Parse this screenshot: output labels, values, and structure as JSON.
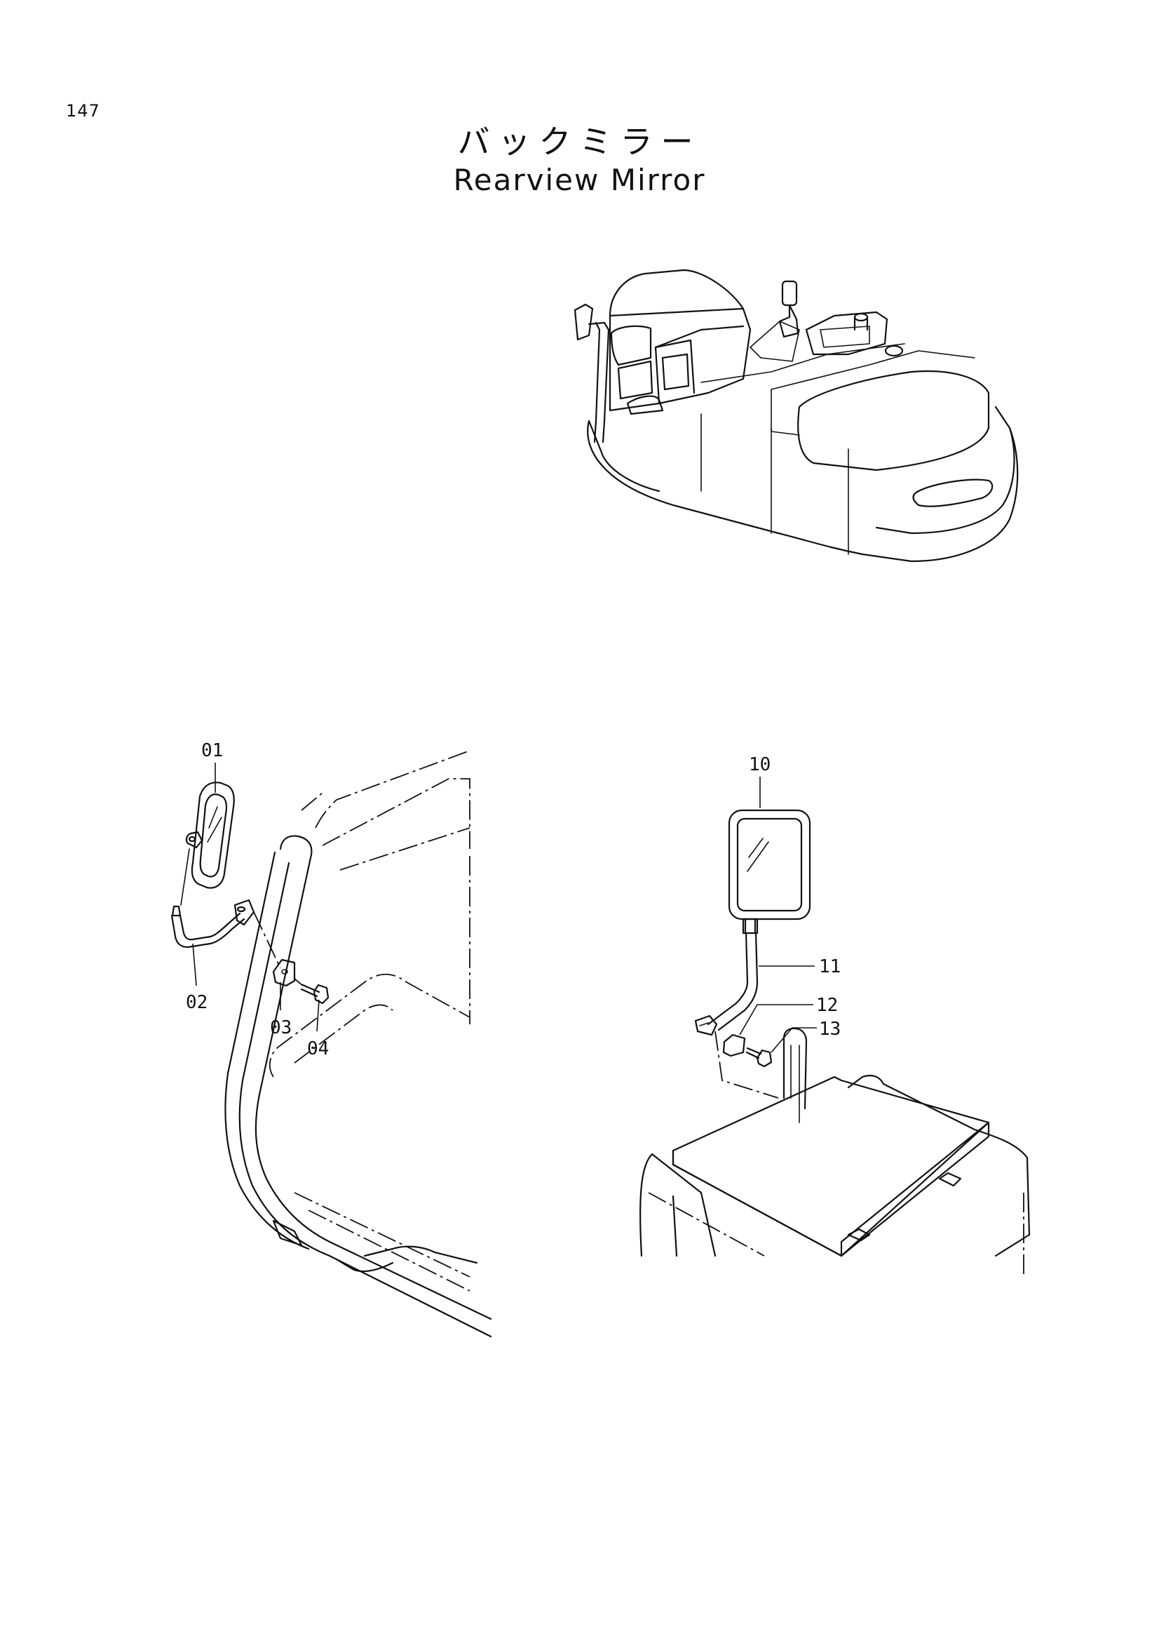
{
  "header": {
    "page_number": "147",
    "title_jp": "バックミラー",
    "title_en": "Rearview Mirror"
  },
  "callouts": [
    {
      "id": "c01",
      "label": "01"
    },
    {
      "id": "c02",
      "label": "02"
    },
    {
      "id": "c03",
      "label": "03"
    },
    {
      "id": "c04",
      "label": "04"
    },
    {
      "id": "c10",
      "label": "10"
    },
    {
      "id": "c11",
      "label": "11"
    },
    {
      "id": "c12",
      "label": "12"
    },
    {
      "id": "c13",
      "label": "13"
    }
  ]
}
